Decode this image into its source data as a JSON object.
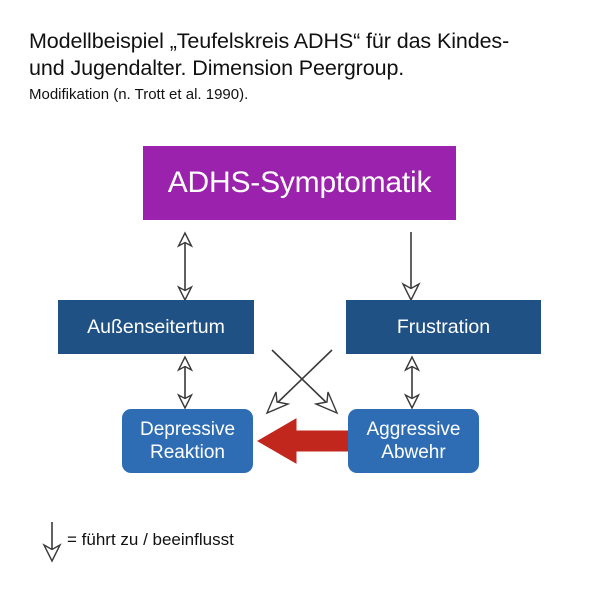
{
  "title": {
    "line1": "Modellbeispiel „Teufelskreis ADHS“ für das Kindes-",
    "line2": "und Jugendalter. Dimension Peergroup.",
    "source": "Modifikation (n. Trott et al. 1990)."
  },
  "colors": {
    "symptom_box": "#9B22AC",
    "mid_box": "#1F5185",
    "bottom_box": "#2E6DB4",
    "red_arrow": "#C1271C",
    "arrow_outline": "#3A3A3A",
    "background": "#FFFFFF",
    "text_on_box": "#FFFFFF",
    "body_text": "#111111"
  },
  "nodes": [
    {
      "id": "symptomatik",
      "label": "ADHS-Symptomatik"
    },
    {
      "id": "aussenseitertum",
      "label": "Außenseitertum"
    },
    {
      "id": "frustration",
      "label": "Frustration"
    },
    {
      "id": "depressive",
      "label": "Depressive\nReaktion"
    },
    {
      "id": "aggressive",
      "label": "Aggressive\nAbwehr"
    }
  ],
  "connectors": [
    {
      "id": "symptomatik-aussenseitertum",
      "from": "ADHS-Symptomatik",
      "to": "Außenseitertum",
      "style": "double-headed-vertical"
    },
    {
      "id": "symptomatik-frustration",
      "from": "ADHS-Symptomatik",
      "to": "Frustration",
      "style": "single-headed-down"
    },
    {
      "id": "aussenseitertum-depressive",
      "from": "Außenseitertum",
      "to": "Depressive Reaktion",
      "style": "double-headed-vertical"
    },
    {
      "id": "frustration-aggressive",
      "from": "Frustration",
      "to": "Aggressive Abwehr",
      "style": "double-headed-vertical"
    },
    {
      "id": "aussenseitertum-aggressive",
      "from": "Außenseitertum",
      "to": "Aggressive Abwehr",
      "style": "diagonal-down-right"
    },
    {
      "id": "frustration-depressive",
      "from": "Frustration",
      "to": "Depressive Reaktion",
      "style": "diagonal-down-left"
    },
    {
      "id": "aggressive-depressive",
      "from": "Aggressive Abwehr",
      "to": "Depressive Reaktion",
      "style": "thick-red-left"
    }
  ],
  "legend": {
    "symbol": "down-arrow",
    "text": "= führt zu / beeinflusst"
  }
}
